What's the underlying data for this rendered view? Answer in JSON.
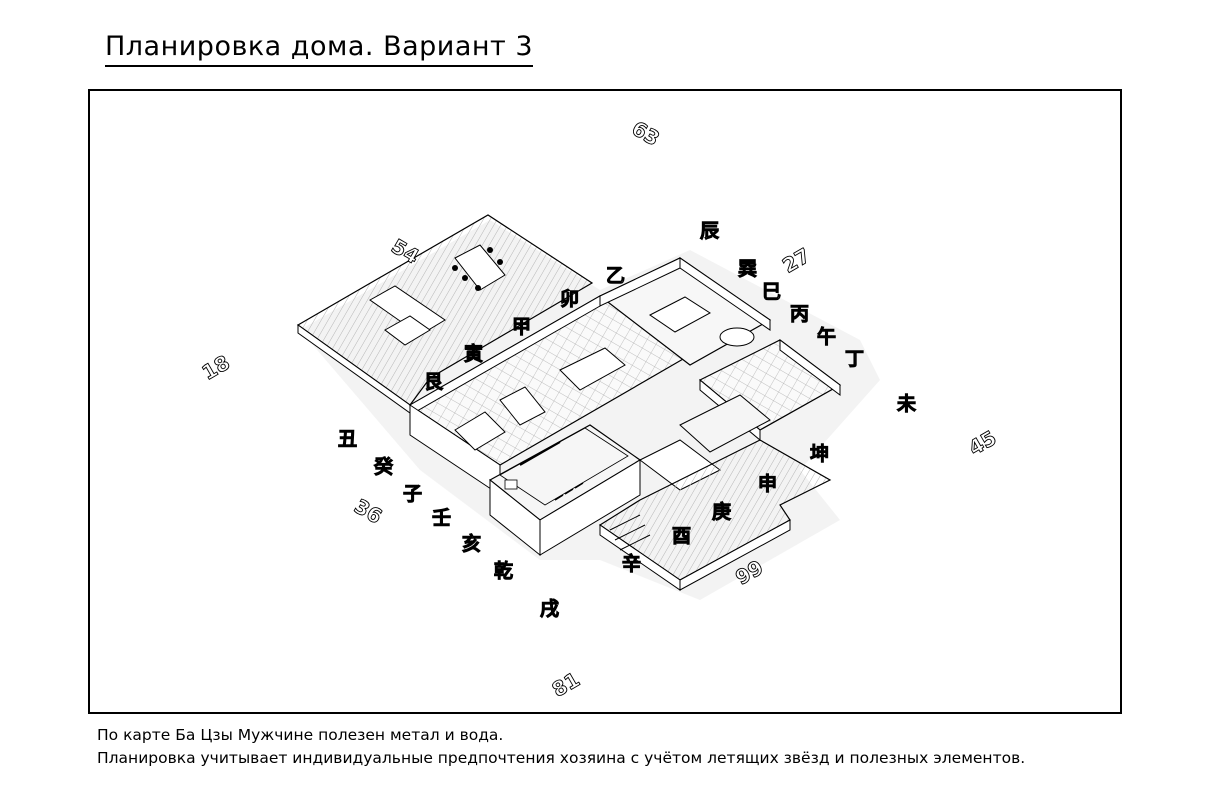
{
  "title": "Планировка дома. Вариант 3",
  "notes": {
    "line1": "По карте Ба Цзы Мужчине полезен метал и вода.",
    "line2": "Планировка учитывает индивидуальные предпочтения хозяина с учётом летящих звёзд и полезных элементов."
  },
  "degree_marks": {
    "d63": "63",
    "d54": "54",
    "d27": "27",
    "d18": "18",
    "d45": "45",
    "d36": "36",
    "d99": "99",
    "d81": "81"
  },
  "sector_glyphs": {
    "g1": "辰",
    "g2": "巽",
    "g3": "巳",
    "g4": "丙",
    "g5": "午",
    "g6": "丁",
    "g7": "未",
    "g8": "坤",
    "g9": "申",
    "g10": "庚",
    "g11": "酉",
    "g12": "辛",
    "g13": "戌",
    "g14": "乾",
    "g15": "亥",
    "g16": "壬",
    "g17": "子",
    "g18": "癸",
    "g19": "丑",
    "g20": "艮",
    "g21": "寅",
    "g22": "甲",
    "g23": "卯",
    "g24": "乙"
  },
  "colors": {
    "line": "#000000",
    "shadow": "#d9d9d9",
    "floor": "#f4f4f4"
  }
}
